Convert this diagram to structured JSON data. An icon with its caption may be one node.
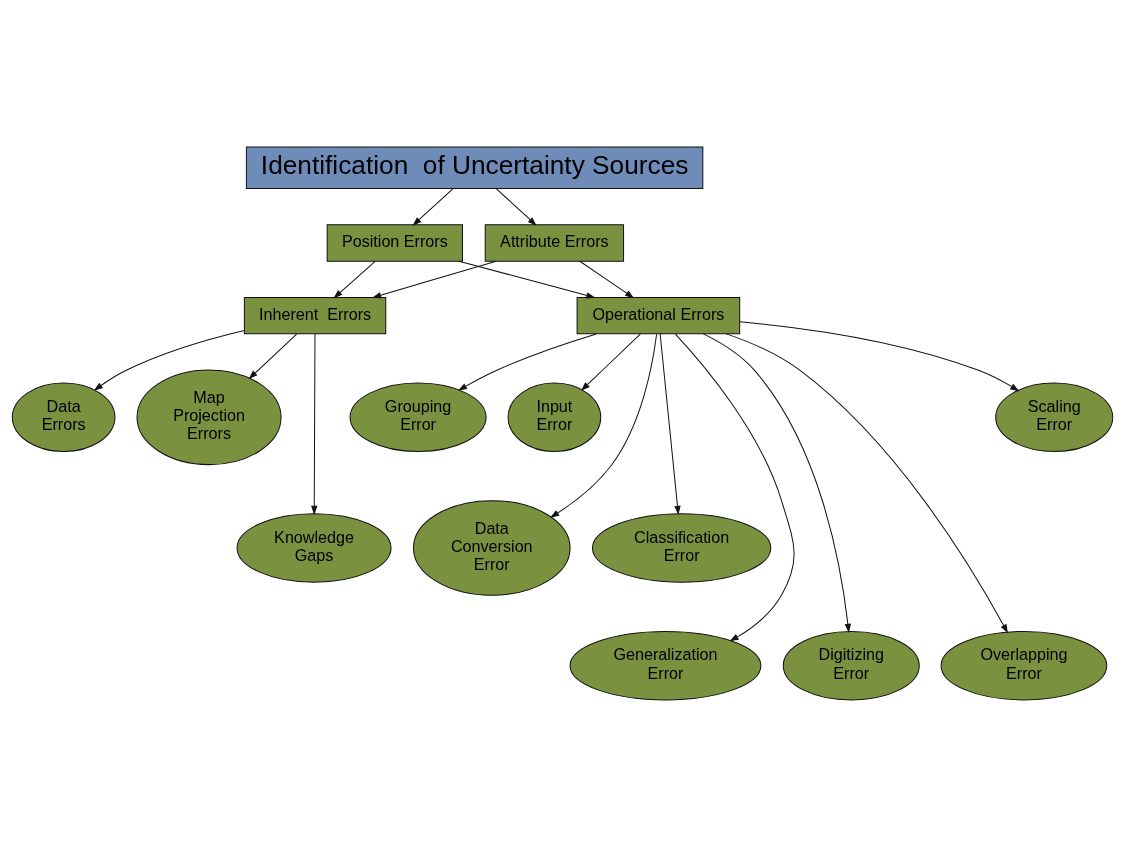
{
  "diagram": {
    "nodes": [
      {
        "text": [
          "Identification  of Uncertainty Sources"
        ]
      },
      {
        "text": [
          "Position Errors"
        ]
      },
      {
        "text": [
          "Attribute Errors"
        ]
      },
      {
        "text": [
          "Inherent  Errors"
        ]
      },
      {
        "text": [
          "Scaling Error"
        ]
      },
      {
        "text": [
          "Grouping Error"
        ]
      },
      {
        "text": [
          "Data Errors"
        ]
      },
      {
        "text": [
          "Map Projection Errors"
        ]
      },
      {
        "text": [
          "Input Error"
        ]
      },
      {
        "text": [
          "Knowledge Gaps"
        ]
      },
      {
        "text": [
          "Operational Errors"
        ]
      },
      {
        "text": [
          "Data Conversion Error"
        ]
      },
      {
        "text": [
          "Classification Error"
        ]
      },
      {
        "text": [
          "Generalization Error"
        ]
      },
      {
        "text": [
          "Digitizing Error"
        ]
      },
      {
        "text": [
          "Overlapping Error"
        ]
      }
    ],
    "edges": [
      {
        "from": 0,
        "to": 1,
        "arrow": "to"
      },
      {
        "from": 0,
        "to": 2,
        "arrow": "to"
      },
      {
        "from": 1,
        "to": 3,
        "arrow": "to"
      },
      {
        "from": 1,
        "to": 10,
        "arrow": "to"
      },
      {
        "from": 2,
        "to": 3,
        "arrow": "to"
      },
      {
        "from": 2,
        "to": 10,
        "arrow": "to"
      },
      {
        "from": 3,
        "to": 6,
        "arrow": "to"
      },
      {
        "from": 3,
        "to": 9,
        "arrow": "to"
      },
      {
        "from": 3,
        "to": 7,
        "arrow": "to"
      },
      {
        "from": 10,
        "to": 4,
        "arrow": "to"
      },
      {
        "from": 10,
        "to": 5,
        "arrow": "to"
      },
      {
        "from": 10,
        "to": 8,
        "arrow": "to"
      },
      {
        "from": 10,
        "to": 12,
        "arrow": "to"
      },
      {
        "from": 10,
        "to": 13,
        "arrow": "to"
      },
      {
        "from": 10,
        "to": 14,
        "arrow": "to"
      },
      {
        "from": 10,
        "to": 11,
        "arrow": "to"
      },
      {
        "from": 10,
        "to": 15,
        "arrow": "to"
      }
    ]
  }
}
